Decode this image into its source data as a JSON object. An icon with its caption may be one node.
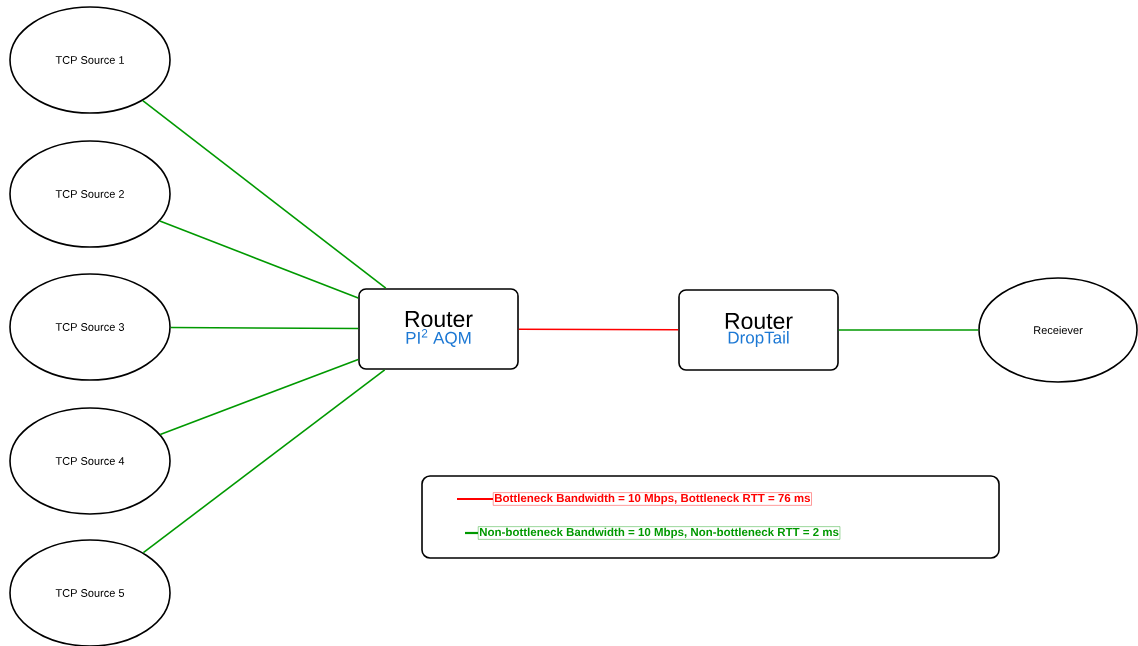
{
  "diagram": {
    "nodes": [
      {
        "text": [
          "TCP Source 1"
        ]
      },
      {
        "text": [
          "TCP Source 2"
        ]
      },
      {
        "text": [
          "TCP Source 3"
        ]
      },
      {
        "text": [
          "TCP Source 4"
        ]
      },
      {
        "text": [
          "TCP Source 5"
        ]
      },
      {
        "text": [
          "Router",
          "PI$^{2}$ AQM"
        ]
      },
      {
        "text": [
          "Router",
          "DropTail"
        ]
      },
      {
        "text": [
          "Receiever"
        ]
      }
    ],
    "edges": [
      {
        "from": 0,
        "to": 5,
        "arrow": "none"
      },
      {
        "from": 1,
        "to": 5,
        "arrow": "none"
      },
      {
        "from": 2,
        "to": 5,
        "arrow": "none"
      },
      {
        "from": 3,
        "to": 5,
        "arrow": "none"
      },
      {
        "from": 4,
        "to": 5,
        "arrow": "none"
      },
      {
        "from": 5,
        "to": 6,
        "arrow": "none",
        "color": "#ff0000"
      },
      {
        "from": 6,
        "to": 7,
        "arrow": "none"
      }
    ],
    "legend": [
      {
        "text": "Bottleneck Bandwidth = 10 Mbps, Bottleneck RTT = 76 ms"
      },
      {
        "text": "Non-bottleneck Bandwidth = 10 Mbps, Non-bottleneck RTT = 2 ms"
      }
    ]
  }
}
